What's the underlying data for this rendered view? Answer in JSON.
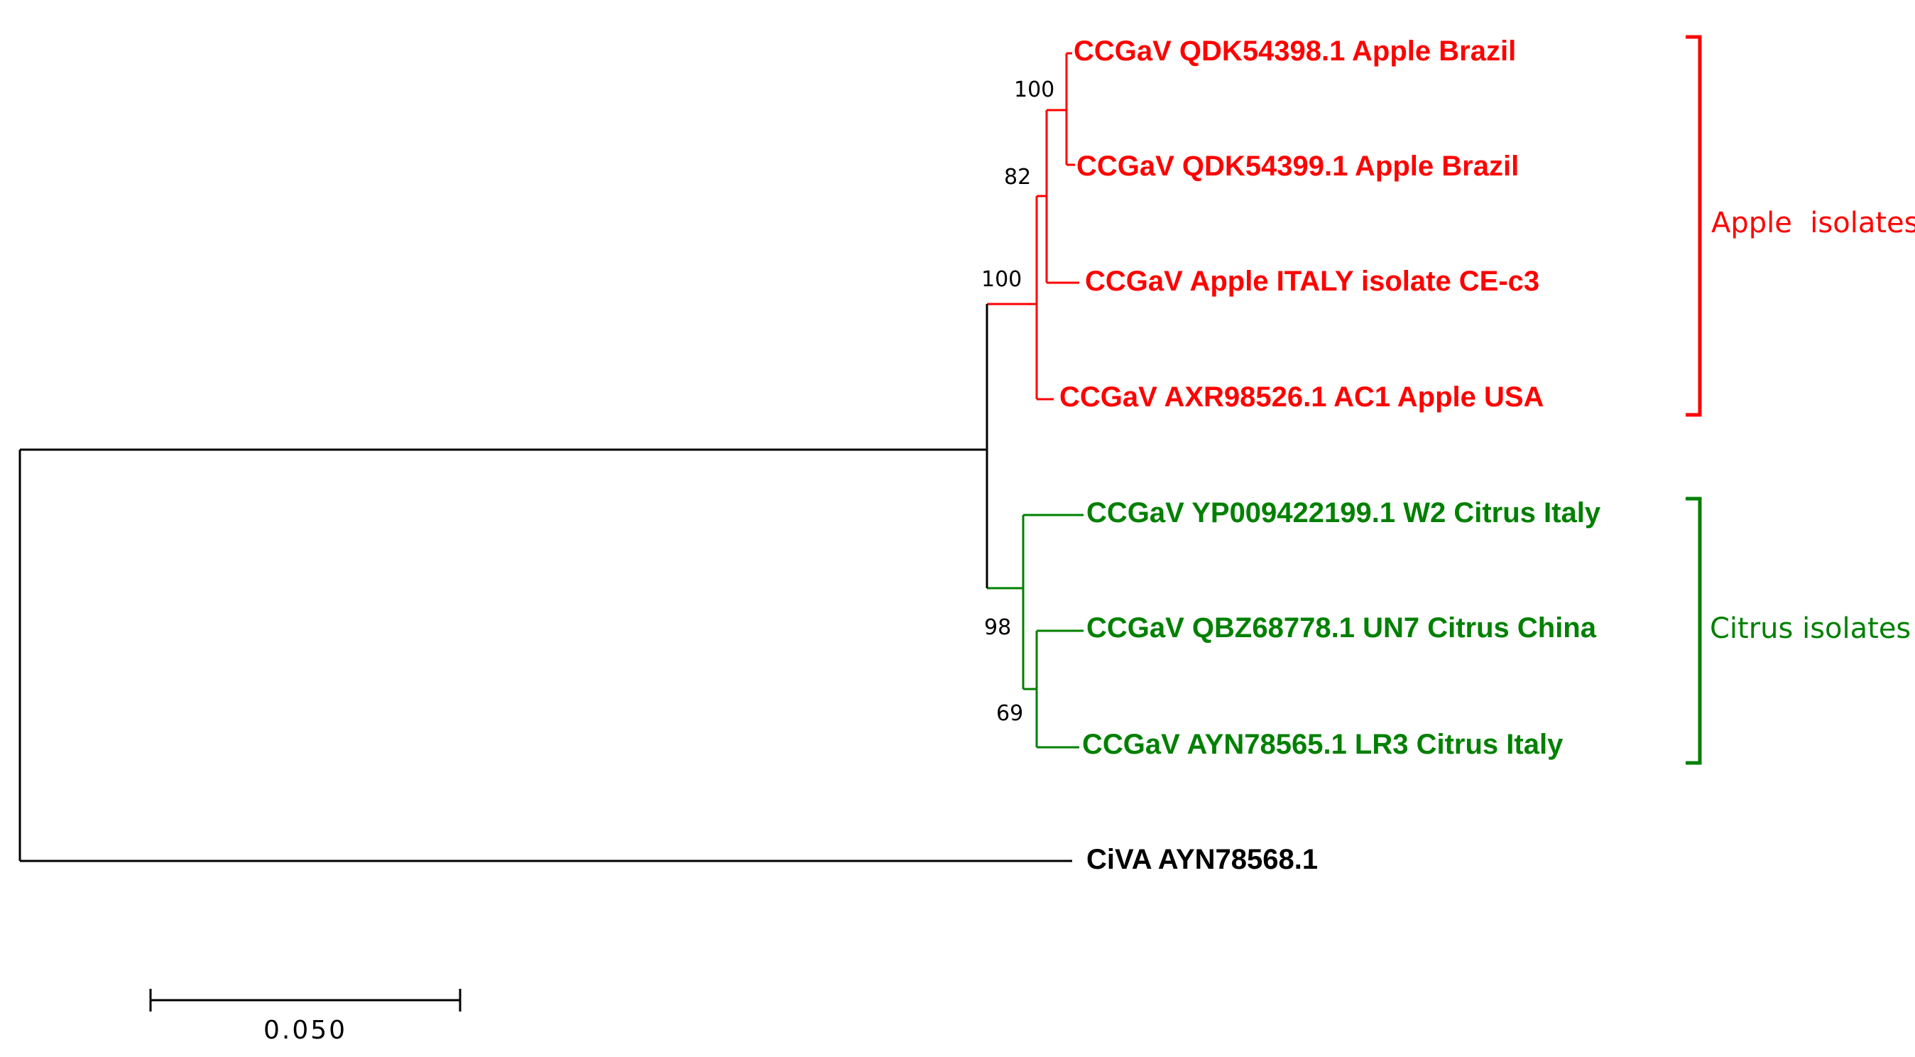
{
  "colors": {
    "apple": "#ff0000",
    "citrus": "#008000",
    "outgroup": "#000000"
  },
  "leaves": [
    {
      "id": "leaf1",
      "label": "CCGaV QDK54398.1 Apple Brazil",
      "group": "apple"
    },
    {
      "id": "leaf2",
      "label": "CCGaV QDK54399.1 Apple Brazil",
      "group": "apple"
    },
    {
      "id": "leaf3",
      "label": "CCGaV Apple ITALY isolate CE-c3",
      "group": "apple"
    },
    {
      "id": "leaf4",
      "label": "CCGaV AXR98526.1 AC1 Apple USA",
      "group": "apple"
    },
    {
      "id": "leaf5",
      "label": "CCGaV YP009422199.1 W2 Citrus Italy",
      "group": "citrus"
    },
    {
      "id": "leaf6",
      "label": "CCGaV QBZ68778.1 UN7 Citrus China",
      "group": "citrus"
    },
    {
      "id": "leaf7",
      "label": "CCGaV AYN78565.1 LR3 Citrus Italy",
      "group": "citrus"
    },
    {
      "id": "leaf8",
      "label": "CiVA AYN78568.1",
      "group": "outgroup"
    }
  ],
  "support_values": {
    "apple_brazil_node": "100",
    "apple_node_82": "82",
    "apple_clade_node": "100",
    "citrus_clade_node": "98",
    "citrus_node_69": "69"
  },
  "groups": {
    "apple": {
      "label": "Apple  isolates"
    },
    "citrus": {
      "label": "Citrus isolates"
    }
  },
  "scale_bar": {
    "value": 0.05,
    "label": "0.050"
  }
}
